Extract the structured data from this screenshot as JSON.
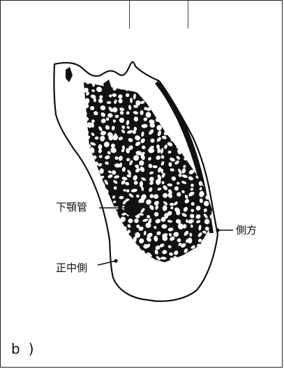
{
  "figure": {
    "panel_label": "b",
    "panel_paren": ")"
  },
  "labels": {
    "mandibular_canal": "下顎管",
    "lateral": "側方",
    "medial": "正中側"
  },
  "colors": {
    "ink": "#111111",
    "paper": "#ffffff"
  }
}
